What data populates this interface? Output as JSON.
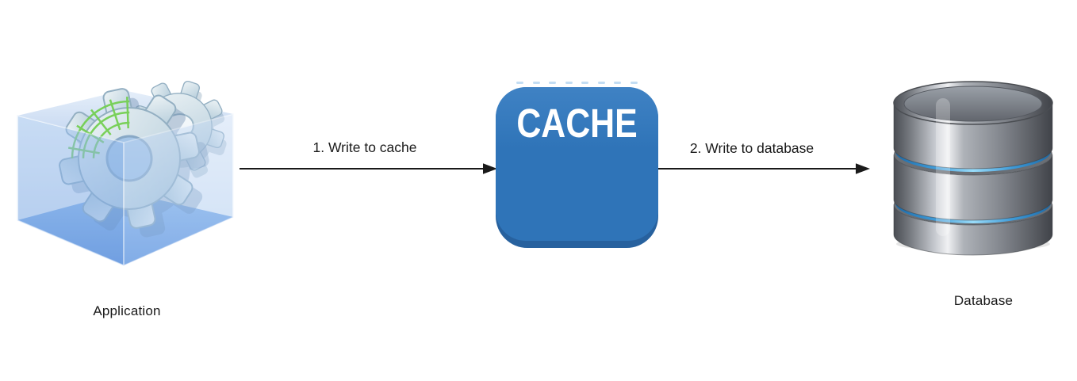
{
  "nodes": {
    "application": {
      "label": "Application",
      "icon": "application-box-gears-icon"
    },
    "cache": {
      "label": "CACHE",
      "icon": "cache-rounded-square"
    },
    "database": {
      "label": "Database",
      "icon": "database-cylinder-icon"
    }
  },
  "edges": {
    "write_to_cache": {
      "label": "1. Write to cache"
    },
    "write_to_database": {
      "label": "2. Write to database"
    }
  },
  "colors": {
    "background": "#ffffff",
    "arrow": "#1a1a1a",
    "label_text": "#1a1a1a",
    "cache_fill": "#2f74b8",
    "cache_fill_light": "#3f82c4",
    "cache_edge": "#27619e",
    "cache_text": "#ffffff",
    "cache_dash": "#bcd9f2",
    "db_glow": "#9adcf9",
    "gear_mesh_green": "#74cf52"
  }
}
